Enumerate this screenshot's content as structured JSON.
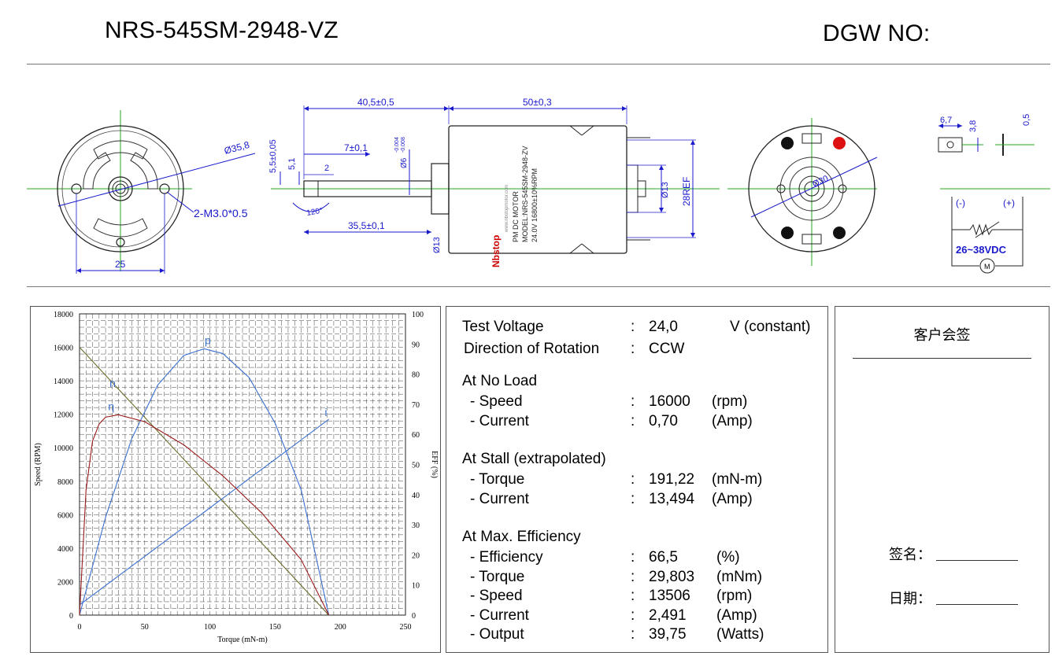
{
  "header": {
    "model": "NRS-545SM-2948-VZ",
    "dgw_label": "DGW NO:"
  },
  "drawing": {
    "front_diameter": "Ø35,8",
    "mount_thread": "2-M3.0*0.5",
    "hole_spacing": "25",
    "dim_shaft_length": "40,5±0,5",
    "dim_body_length": "50±0,3",
    "dim_shaft_offset": "5,5±0,05",
    "dim_flat": "5,1",
    "dim_2": "2",
    "dim_7": "7±0,1",
    "dim_shaft_dia": "Ø6",
    "dim_shaft_tol_top": "-0.004",
    "dim_shaft_tol_bot": "-0.008",
    "dim_120": "120°",
    "dim_35": "35,5±0,1",
    "dim_boss": "Ø13",
    "dim_rear_boss": "Ø13",
    "dim_28ref": "28REF",
    "dim_rear_dia": "Ø30",
    "label_brand": "Nbstop",
    "label_website": "www.nbstopmotor.com",
    "label_line1": "PM DC MOTOR",
    "label_line2": "MODEL:NRS-545SM-2948-ZV",
    "label_line3": "24.0V    16800±10%RPM",
    "terminal_w": "6,7",
    "terminal_h": "3,8",
    "terminal_t": "0,5",
    "polarity_neg": "(-)",
    "polarity_pos": "(+)",
    "voltage_range": "26~38VDC",
    "motor_symbol": "M"
  },
  "chart_data": {
    "type": "line",
    "xlabel": "Torque (mN-m)",
    "ylabel": "Speed (RPM)",
    "y2label": "EFF (%)",
    "xlim": [
      0,
      250
    ],
    "ylim": [
      0,
      18000
    ],
    "y2lim": [
      0,
      100
    ],
    "x_ticks": [
      0,
      50,
      100,
      150,
      200,
      250
    ],
    "y_ticks": [
      0,
      2000,
      4000,
      6000,
      8000,
      10000,
      12000,
      14000,
      16000,
      18000
    ],
    "y2_ticks": [
      0,
      10,
      20,
      30,
      40,
      50,
      60,
      70,
      80,
      90,
      100
    ],
    "grid": true,
    "series": [
      {
        "name": "n",
        "color": "#6b6b2a",
        "x": [
          0,
          191.22
        ],
        "y": [
          16000,
          0
        ]
      },
      {
        "name": "i",
        "color": "#3a6fd0",
        "x": [
          0,
          191.22
        ],
        "y": [
          0.7,
          13.494
        ]
      },
      {
        "name": "p",
        "color": "#3a6fd0",
        "x": [
          0,
          20,
          40,
          60,
          80,
          95.6,
          110,
          130,
          150,
          170,
          191.22
        ],
        "y": [
          0,
          32.5,
          58.5,
          76.4,
          86.2,
          88.4,
          86.8,
          78.9,
          63.7,
          41.6,
          0
        ]
      },
      {
        "name": "η",
        "color": "#9a1c1c",
        "x": [
          0,
          5,
          10,
          15,
          20,
          29.8,
          50,
          80,
          110,
          140,
          170,
          191.22
        ],
        "y": [
          0,
          41.5,
          57.8,
          63.4,
          65.7,
          66.5,
          64.2,
          56.5,
          46.2,
          33.8,
          18.4,
          0
        ]
      }
    ]
  },
  "spec": {
    "test_voltage_label": "Test Voltage",
    "test_voltage_value": "24,0",
    "test_voltage_unit": "V (constant)",
    "rotation_label": "Direction of Rotation",
    "rotation_value": "CCW",
    "colon": ":",
    "no_load_heading": "At No Load",
    "no_load": [
      {
        "label": "-  Speed",
        "value": "16000",
        "unit": "(rpm)"
      },
      {
        "label": "-  Current",
        "value": "0,70",
        "unit": "(Amp)"
      }
    ],
    "stall_heading": "At Stall (extrapolated)",
    "stall": [
      {
        "label": "-  Torque",
        "value": "191,22",
        "unit": "(mN-m)"
      },
      {
        "label": "-  Current",
        "value": "13,494",
        "unit": "(Amp)"
      }
    ],
    "max_eff_heading": "At Max. Efficiency",
    "max_eff": [
      {
        "label": "-  Efficiency",
        "value": "66,5",
        "unit": "(%)"
      },
      {
        "label": "-  Torque",
        "value": "29,803",
        "unit": "(mNm)"
      },
      {
        "label": "-  Speed",
        "value": "13506",
        "unit": "(rpm)"
      },
      {
        "label": "-  Current",
        "value": "2,491",
        "unit": "(Amp)"
      },
      {
        "label": "-  Output",
        "value": "39,75",
        "unit": "(Watts)"
      }
    ]
  },
  "sign": {
    "title": "客户会签",
    "signature_label": "签名：",
    "date_label": "日期："
  }
}
